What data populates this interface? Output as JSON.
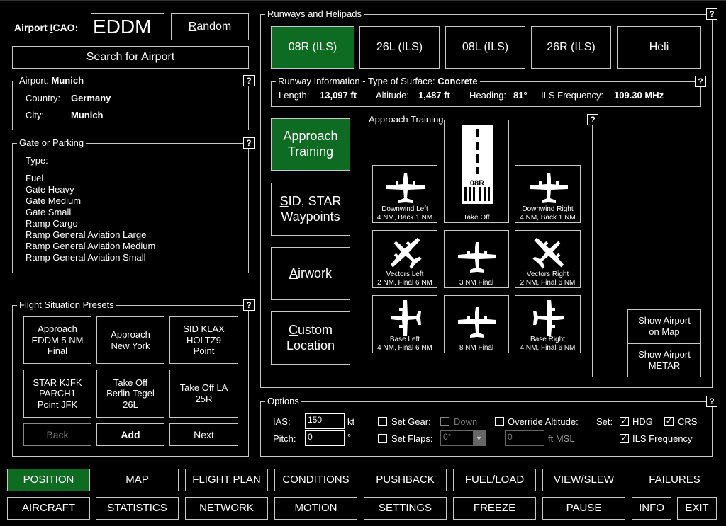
{
  "airport": {
    "icao_label": "Airport ICAO:",
    "icao_value": "EDDM",
    "random_button": "Random",
    "search_button": "Search for Airport"
  },
  "airport_info": {
    "legend_prefix": "Airport:",
    "legend_name": "Munich",
    "country_label": "Country:",
    "country_value": "Germany",
    "city_label": "City:",
    "city_value": "Munich"
  },
  "gate": {
    "legend": "Gate or Parking",
    "type_label": "Type:",
    "types": [
      "Fuel",
      "Gate Heavy",
      "Gate Medium",
      "Gate Small",
      "Ramp Cargo",
      "Ramp General Aviation Large",
      "Ramp General Aviation Medium",
      "Ramp General Aviation Small"
    ]
  },
  "presets": {
    "legend": "Flight Situation Presets",
    "items": [
      "Approach\nEDDM 5 NM\nFinal",
      "Approach\nNew York",
      "SID KLAX\nHOLTZ9\nPoint",
      "STAR KJFK\nPARCH1\nPoint JFK",
      "Take Off\nBerlin Tegel\n26L",
      "Take Off LA\n25R"
    ],
    "back": "Back",
    "add": "Add",
    "next": "Next"
  },
  "runways": {
    "legend": "Runways and Helipads",
    "items": [
      "08R (ILS)",
      "26L (ILS)",
      "08L (ILS)",
      "26R (ILS)",
      "Heli"
    ],
    "selected": 0
  },
  "runway_info": {
    "legend_prefix": "Runway Information - Type of Surface:",
    "surface": "Concrete",
    "length_label": "Length:",
    "length_value": "13,097 ft",
    "altitude_label": "Altitude:",
    "altitude_value": "1,487 ft",
    "heading_label": "Heading:",
    "heading_value": "81°",
    "ils_label": "ILS Frequency:",
    "ils_value": "109.30 MHz"
  },
  "modes": {
    "approach_training": "Approach\nTraining",
    "sid_star": "SID, STAR\nWaypoints",
    "airwork": "Airwork",
    "custom": "Custom\nLocation"
  },
  "approach": {
    "legend": "Approach Training",
    "runway_marking": "08R",
    "tiles": {
      "downwind_left": "Downwind Left\n4 NM, Back 1 NM",
      "take_off": "Take Off",
      "downwind_right": "Downwind Right\n4 NM, Back 1 NM",
      "vectors_left": "Vectors Left\n2 NM, Final 6 NM",
      "final_3": "3 NM Final",
      "vectors_right": "Vectors Right\n2 NM, Final 6 NM",
      "base_left": "Base Left\n4 NM, Final 6 NM",
      "final_8": "8 NM Final",
      "base_right": "Base Right\n4 NM, Final 6 NM"
    }
  },
  "map_buttons": {
    "show_map": "Show Airport\non Map",
    "show_metar": "Show Airport\nMETAR"
  },
  "options": {
    "legend": "Options",
    "ias_label": "IAS:",
    "ias_value": "150",
    "ias_unit": "kt",
    "pitch_label": "Pitch:",
    "pitch_value": "0",
    "pitch_unit": "°",
    "set_gear": "Set Gear:",
    "gear_down": "Down",
    "set_flaps": "Set Flaps:",
    "flaps_value": "0°",
    "override_alt": "Override Altitude:",
    "alt_value": "0",
    "alt_unit": "ft MSL",
    "set_label": "Set:",
    "hdg": "HDG",
    "crs": "CRS",
    "ils_freq": "ILS Frequency",
    "hdg_checked": true,
    "crs_checked": true,
    "ils_checked": true
  },
  "nav": {
    "row1": [
      "POSITION",
      "MAP",
      "FLIGHT PLAN",
      "CONDITIONS",
      "PUSHBACK",
      "FUEL/LOAD",
      "VIEW/SLEW",
      "FAILURES"
    ],
    "row2": [
      "AIRCRAFT",
      "STATISTICS",
      "NETWORK",
      "MOTION",
      "SETTINGS",
      "FREEZE",
      "PAUSE",
      "INFO",
      "EXIT"
    ],
    "active": "POSITION"
  },
  "colors": {
    "background": "#000000",
    "active_green": "#0e6b22",
    "border": "#c8c8c8"
  }
}
